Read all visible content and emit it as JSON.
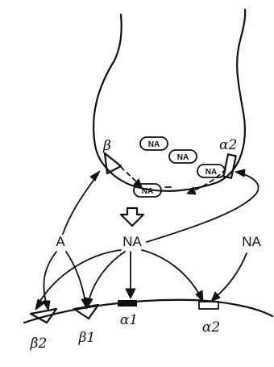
{
  "vesicle_label": "NA",
  "labels": {
    "beta": "β",
    "alpha2_presynaptic": "α2",
    "adrenaline": "A",
    "noradrenaline_center": "NA",
    "noradrenaline_right": "NA",
    "beta2": "β2",
    "beta1": "β1",
    "alpha1": "α1",
    "alpha2": "α2"
  },
  "colors": {
    "ink": "#111111",
    "background": "#fdfdfb"
  }
}
